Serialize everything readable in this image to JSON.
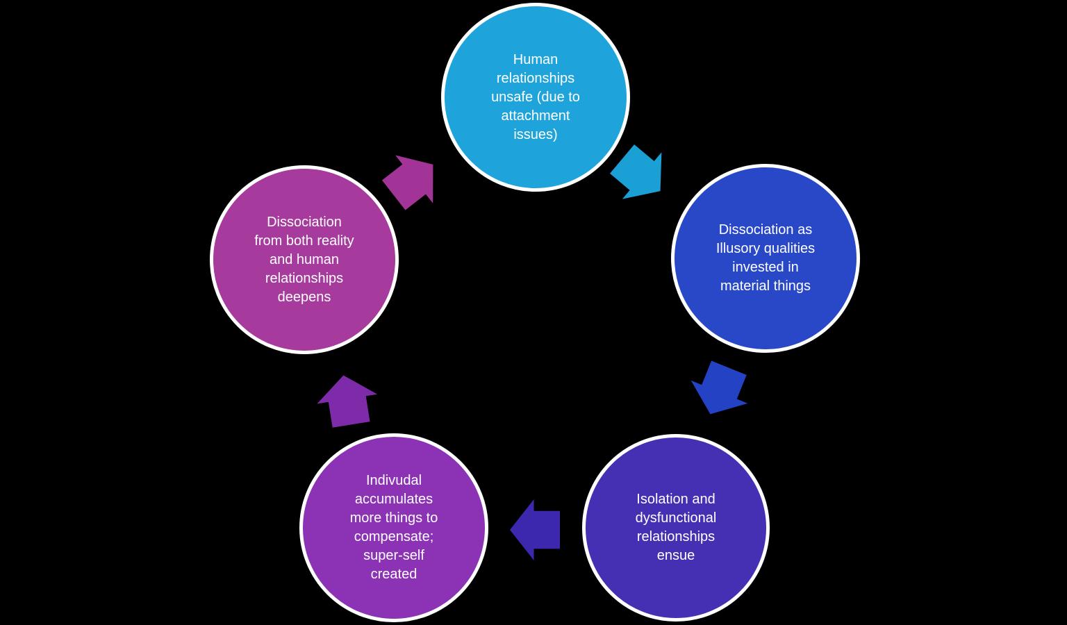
{
  "canvas": {
    "background_color": "#000000",
    "text_color": "#FFFFFF",
    "node_border_color": "#FFFFFF"
  },
  "diagram": {
    "type": "cycle",
    "flow": "clockwise",
    "nodes": [
      {
        "id": "top",
        "label": "Human\nrelationships\nunsafe (due to\nattachment\nissues)",
        "fill": "#1EA4DB"
      },
      {
        "id": "right",
        "label": "Dissociation as\nIllusory qualities\ninvested in\nmaterial things",
        "fill": "#2948C7"
      },
      {
        "id": "bottom-right",
        "label": "Isolation and\ndysfunctional\nrelationships\nensue",
        "fill": "#4530B3"
      },
      {
        "id": "bottom-left",
        "label": "Indivudal\naccumulates\nmore things to\ncompensate;\nsuper-self\ncreated",
        "fill": "#8C33B5"
      },
      {
        "id": "left",
        "label": "Dissociation\nfrom both reality\nand human\nrelationships\ndeepens",
        "fill": "#A63A9D"
      }
    ],
    "arrows": [
      {
        "from_node": "top",
        "to_node": "right",
        "color": "#1BA0D5"
      },
      {
        "from_node": "right",
        "to_node": "bottom-right",
        "color": "#2443C4"
      },
      {
        "from_node": "bottom-right",
        "to_node": "bottom-left",
        "color": "#3C28AF"
      },
      {
        "from_node": "bottom-left",
        "to_node": "left",
        "color": "#7D2BA8"
      },
      {
        "from_node": "left",
        "to_node": "top",
        "color": "#A23397"
      }
    ]
  }
}
